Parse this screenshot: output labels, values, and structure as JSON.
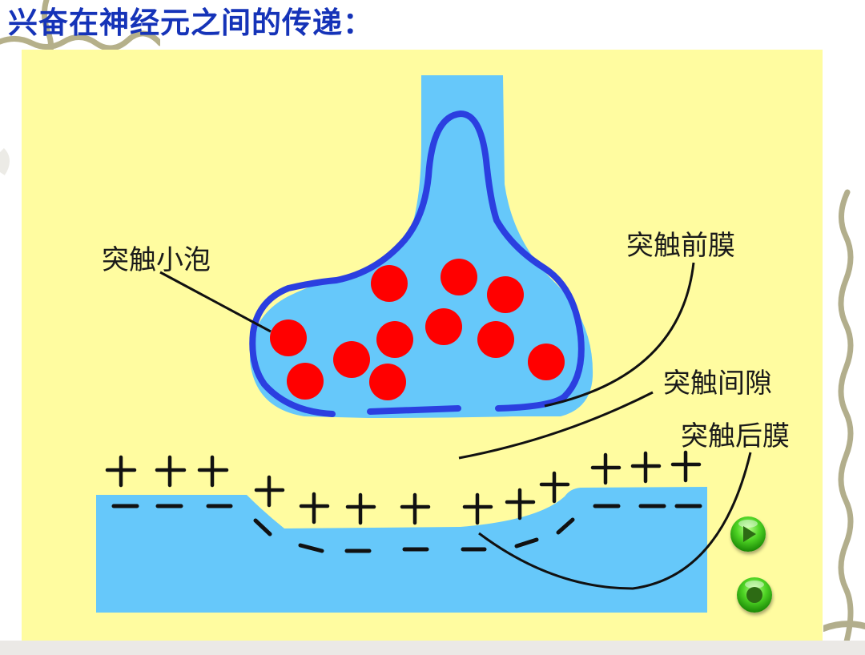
{
  "title": "兴奋在神经元之间的传递：",
  "diagram": {
    "labels": {
      "synaptic_vesicle": "突触小泡",
      "presynaptic_membrane": "突触前膜",
      "synaptic_cleft": "突触间隙",
      "postsynaptic_membrane": "突触后膜"
    },
    "charges": {
      "plus": "+",
      "minus": "−"
    },
    "colors": {
      "background": "#fffca0",
      "cytoplasm": "#66c8fa",
      "membrane": "#2b3fe0",
      "vesicle": "#ff0000",
      "title": "#1533b8",
      "button": "#3fbf1a"
    },
    "vesicle_count": 12
  },
  "controls": {
    "play_button": "play",
    "stop_button": "stop"
  }
}
